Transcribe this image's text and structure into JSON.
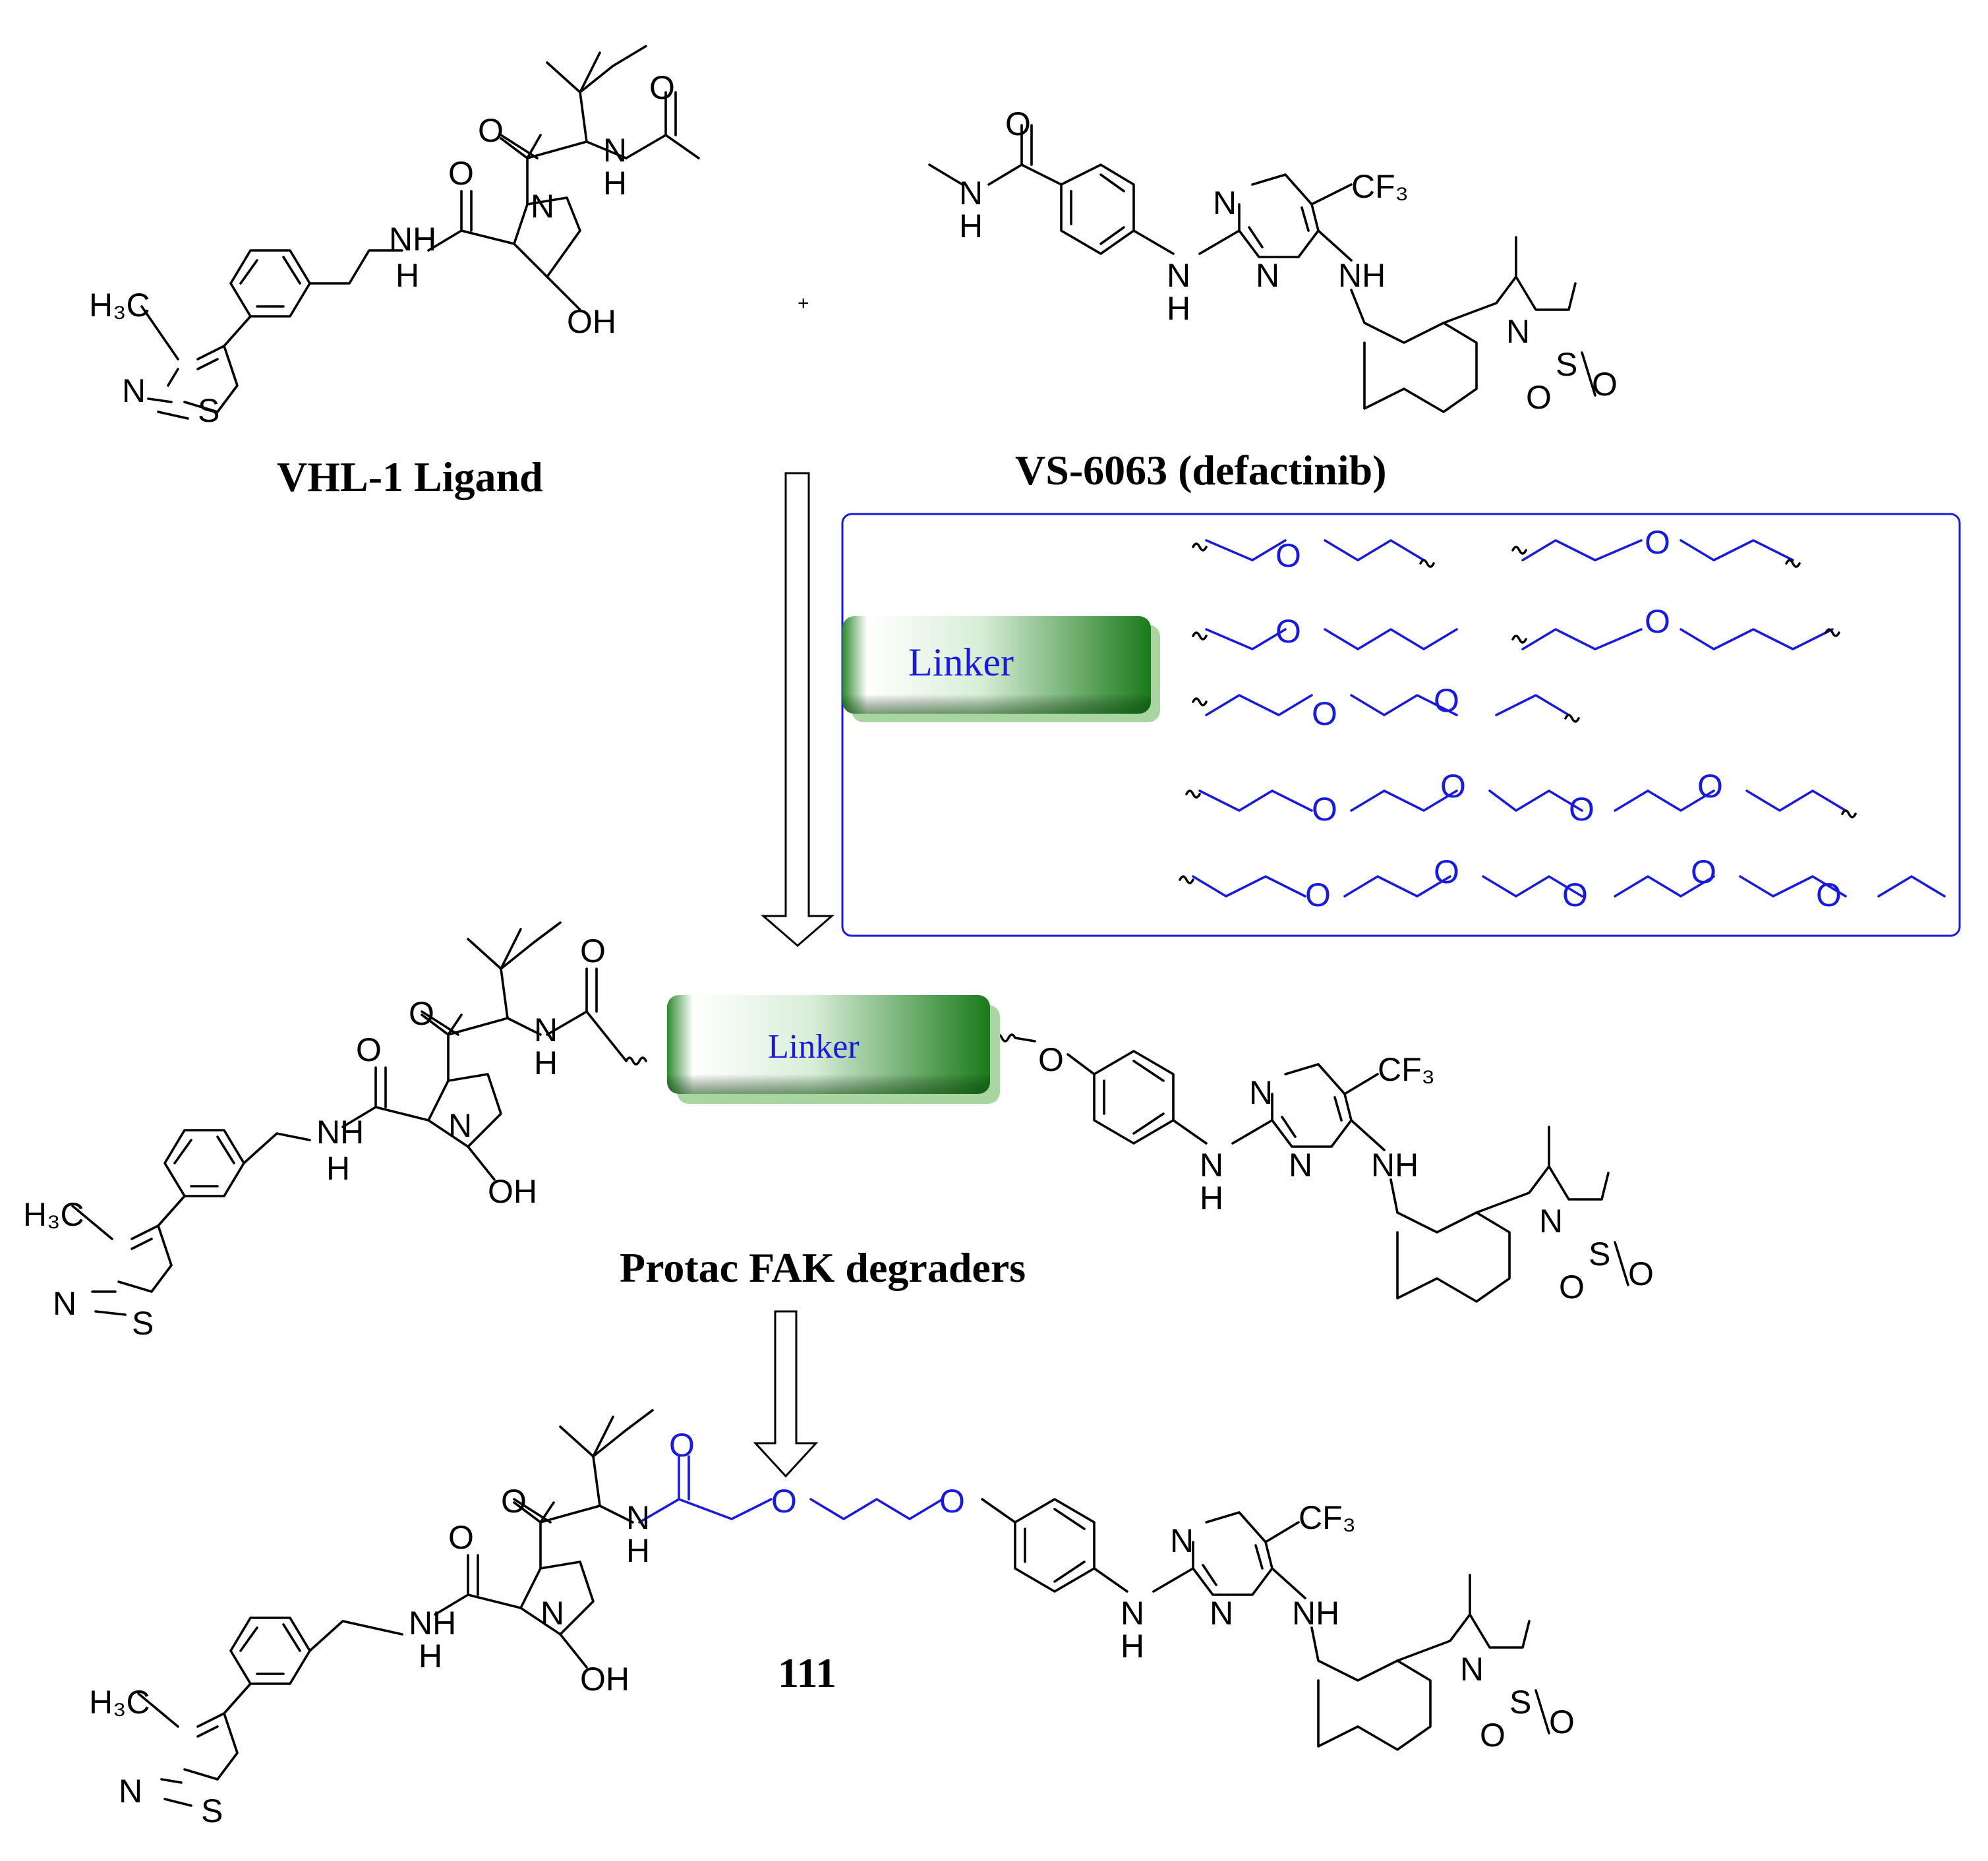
{
  "colors": {
    "linker_blue": "#1a1adb",
    "linker_green_dark": "#1f7f1f",
    "linker_green_light": "#e8f5e8"
  },
  "labels": {
    "vhl_ligand": "VHL-1 Ligand",
    "defactinib": "VS-6063 (defactinib)",
    "plus": "+",
    "linker": "Linker",
    "protac": "Protac FAK degraders",
    "compound": "111"
  },
  "atoms": {
    "o": "O",
    "n": "N",
    "s": "S",
    "nh": "NH",
    "h": "H",
    "oh": "OH",
    "h3c": "H₃C",
    "cf3": "CF₃"
  }
}
